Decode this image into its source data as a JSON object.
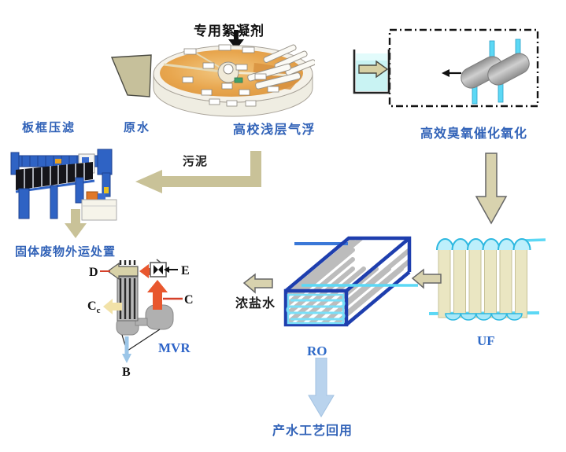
{
  "diagram": {
    "flocculant": "专用絮凝剂",
    "plate_frame_press": "板框压滤",
    "raw_water": "原水",
    "flotation": "高校浅层气浮",
    "ozone": "高效臭氧催化氧化",
    "sludge": "污泥",
    "solid_waste": "固体废物外运处置",
    "brine": "浓盐水",
    "product_water": "产水工艺回用",
    "ro_label": "RO",
    "uf_label": "UF",
    "mvr_label": "MVR",
    "stream_d": "D",
    "stream_e": "E",
    "stream_c": "C",
    "stream_cc_main": "C",
    "stream_cc_sub": "c",
    "stream_b": "B"
  },
  "colors": {
    "label_blue": "#3263b8",
    "flow_arrow_tan": "#c9c298",
    "outlined_arrow_tan": "#d8d2ae",
    "mvr_orange": "#e8572e",
    "pipe_cyan": "#5cd8f5",
    "ro_frame_blue": "#1e3eae",
    "product_arrow_blue": "#b9d3ed",
    "machine_blue": "#2f63c4"
  }
}
